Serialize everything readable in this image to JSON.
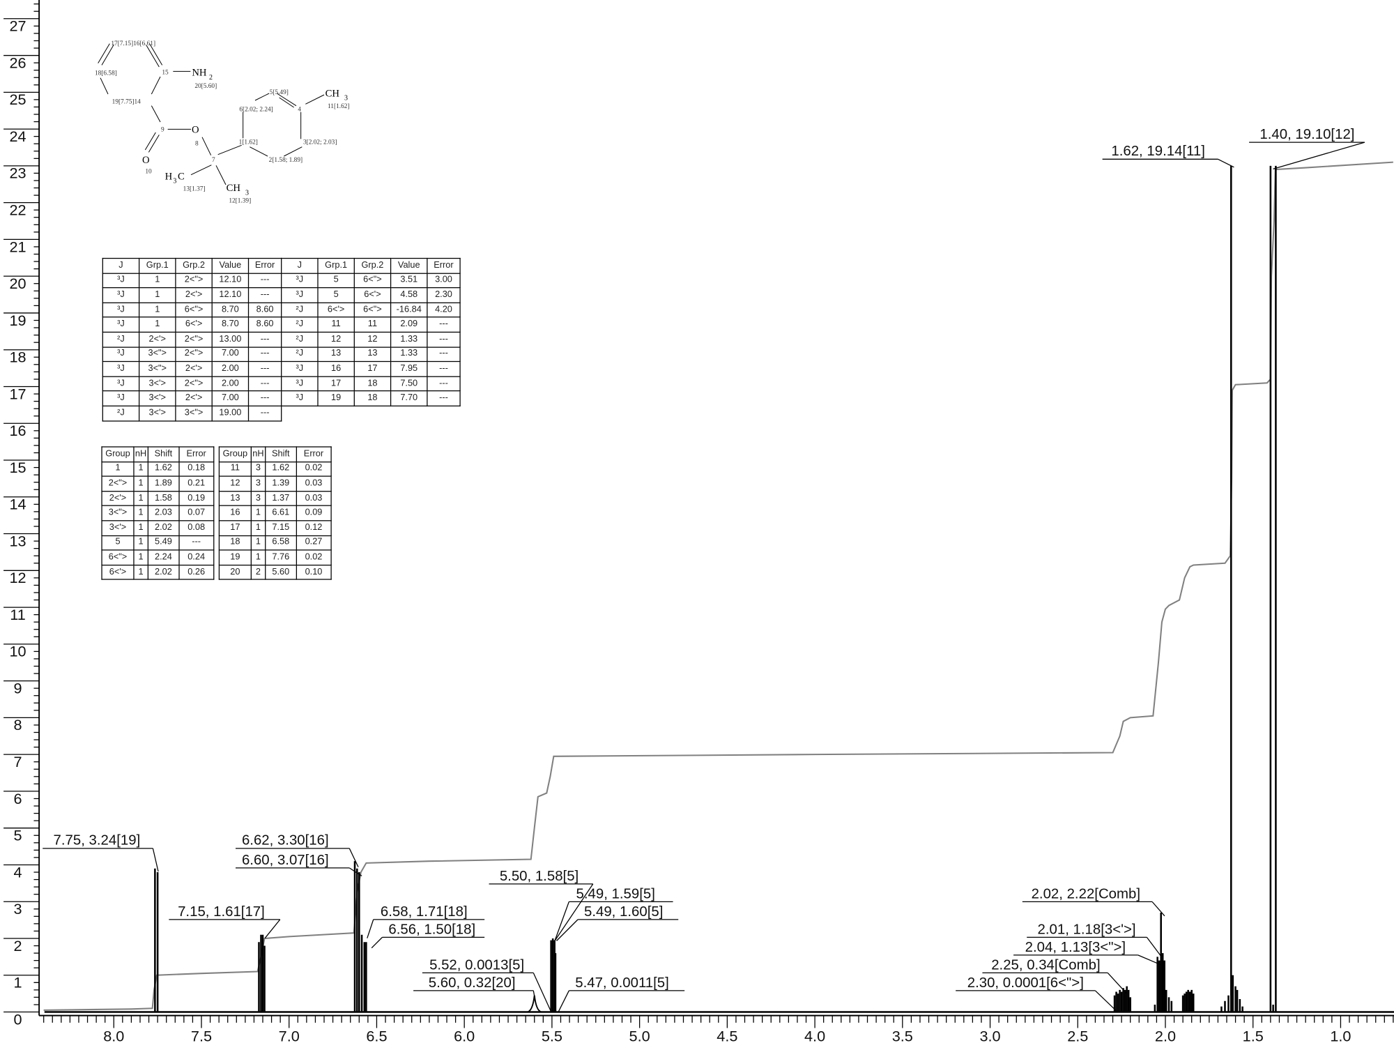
{
  "chart_data": {
    "type": "line",
    "title": "",
    "xlabel": "",
    "ylabel": "",
    "xlim": [
      8.43,
      0.7
    ],
    "ylim": [
      0,
      27.5
    ],
    "grid": false,
    "x_ticks": [
      "8.0",
      "7.5",
      "7.0",
      "6.5",
      "6.0",
      "5.5",
      "5.0",
      "4.5",
      "4.0",
      "3.5",
      "3.0",
      "2.5",
      "2.0",
      "1.5",
      "1.0"
    ],
    "x_tick_values": [
      8.0,
      7.5,
      7.0,
      6.5,
      6.0,
      5.5,
      5.0,
      4.5,
      4.0,
      3.5,
      3.0,
      2.5,
      2.0,
      1.5,
      1.0
    ],
    "y_ticks": [
      "0",
      "1",
      "2",
      "3",
      "4",
      "5",
      "6",
      "7",
      "8",
      "9",
      "10",
      "11",
      "12",
      "13",
      "14",
      "15",
      "16",
      "17",
      "18",
      "19",
      "20",
      "21",
      "22",
      "23",
      "24",
      "25",
      "26",
      "27"
    ],
    "spectrum_peaks": [
      [
        7.765,
        3.9
      ],
      [
        7.75,
        3.8
      ],
      [
        7.172,
        1.9
      ],
      [
        7.16,
        2.1
      ],
      [
        7.15,
        2.1
      ],
      [
        7.14,
        1.8
      ],
      [
        6.625,
        4.1
      ],
      [
        6.612,
        3.9
      ],
      [
        6.6,
        3.8
      ],
      [
        6.585,
        2.1
      ],
      [
        6.57,
        1.9
      ],
      [
        6.56,
        1.9
      ],
      [
        5.6,
        0.45
      ],
      [
        5.505,
        1.95
      ],
      [
        5.495,
        2.0
      ],
      [
        5.485,
        1.95
      ],
      [
        5.48,
        1.6
      ],
      [
        2.29,
        0.45
      ],
      [
        2.28,
        0.55
      ],
      [
        2.27,
        0.5
      ],
      [
        2.26,
        0.6
      ],
      [
        2.25,
        0.55
      ],
      [
        2.24,
        0.65
      ],
      [
        2.23,
        0.6
      ],
      [
        2.22,
        0.7
      ],
      [
        2.21,
        0.6
      ],
      [
        2.2,
        0.4
      ],
      [
        2.06,
        0.2
      ],
      [
        2.045,
        1.5
      ],
      [
        2.035,
        1.4
      ],
      [
        2.025,
        2.7
      ],
      [
        2.015,
        1.6
      ],
      [
        2.005,
        1.4
      ],
      [
        1.995,
        0.6
      ],
      [
        1.98,
        0.4
      ],
      [
        1.965,
        0.3
      ],
      [
        1.9,
        0.45
      ],
      [
        1.89,
        0.5
      ],
      [
        1.88,
        0.55
      ],
      [
        1.87,
        0.6
      ],
      [
        1.86,
        0.55
      ],
      [
        1.85,
        0.6
      ],
      [
        1.84,
        0.5
      ],
      [
        1.68,
        0.15
      ],
      [
        1.66,
        0.3
      ],
      [
        1.64,
        0.45
      ],
      [
        1.625,
        23.0
      ],
      [
        1.615,
        1.0
      ],
      [
        1.6,
        0.7
      ],
      [
        1.59,
        0.6
      ],
      [
        1.575,
        0.35
      ],
      [
        1.56,
        0.15
      ],
      [
        1.4,
        23.0
      ],
      [
        1.385,
        0.2
      ],
      [
        1.37,
        23.0
      ]
    ],
    "integral_curve": [
      [
        8.4,
        0.05
      ],
      [
        7.9,
        0.08
      ],
      [
        7.78,
        0.1
      ],
      [
        7.77,
        0.6
      ],
      [
        7.755,
        1.0
      ],
      [
        7.5,
        1.05
      ],
      [
        7.18,
        1.1
      ],
      [
        7.16,
        1.5
      ],
      [
        7.14,
        2.0
      ],
      [
        7.0,
        2.05
      ],
      [
        6.63,
        2.15
      ],
      [
        6.61,
        3.3
      ],
      [
        6.59,
        3.8
      ],
      [
        6.56,
        4.05
      ],
      [
        6.2,
        4.1
      ],
      [
        5.62,
        4.15
      ],
      [
        5.6,
        5.0
      ],
      [
        5.58,
        5.85
      ],
      [
        5.53,
        5.95
      ],
      [
        5.51,
        6.4
      ],
      [
        5.49,
        6.95
      ],
      [
        4.0,
        7.0
      ],
      [
        2.3,
        7.05
      ],
      [
        2.26,
        7.5
      ],
      [
        2.24,
        7.9
      ],
      [
        2.2,
        8.0
      ],
      [
        2.07,
        8.05
      ],
      [
        2.04,
        9.5
      ],
      [
        2.02,
        10.6
      ],
      [
        2.0,
        10.95
      ],
      [
        1.98,
        11.05
      ],
      [
        1.92,
        11.2
      ],
      [
        1.89,
        11.8
      ],
      [
        1.86,
        12.1
      ],
      [
        1.84,
        12.15
      ],
      [
        1.66,
        12.2
      ],
      [
        1.63,
        12.4
      ],
      [
        1.622,
        14.5
      ],
      [
        1.618,
        16.9
      ],
      [
        1.6,
        17.05
      ],
      [
        1.42,
        17.1
      ],
      [
        1.4,
        17.2
      ],
      [
        1.395,
        20.0
      ],
      [
        1.38,
        21.5
      ],
      [
        1.372,
        22.9
      ],
      [
        1.2,
        22.95
      ],
      [
        0.7,
        23.1
      ]
    ],
    "annotations": [
      "7.75, 3.24[19]",
      "7.15, 1.61[17]",
      "6.62, 3.30[16]",
      "6.60, 3.07[16]",
      "6.58, 1.71[18]",
      "6.56, 1.50[18]",
      "5.50, 1.58[5]",
      "5.49, 1.59[5]",
      "5.49, 1.60[5]",
      "5.52, 0.0013[5]",
      "5.60, 0.32[20]",
      "5.47, 0.0011[5]",
      "2.02, 2.22[Comb]",
      "2.01, 1.18[3<'>]",
      "2.04, 1.13[3<\">]",
      "2.25, 0.34[Comb]",
      "2.30, 0.0001[6<\">]",
      "1.62, 19.14[11]",
      "1.40, 19.10[12]"
    ],
    "colors": {
      "spectrum": "#000000",
      "integral": "#808080"
    }
  },
  "structure": {
    "labels": {
      "a17_16": "17[7.15]16[6.61]",
      "a18": "18[6.58]",
      "a15": "15",
      "nh": "NH",
      "nh_sub": "2",
      "a20": "20[5.60]",
      "a19_14": "19[7.75]14",
      "a5": "5[5.49]",
      "a6": "6[2.02; 2.24]",
      "a4": "4",
      "ch3_11": "CH",
      "ch3_11_sub": "3",
      "a11": "11[1.62]",
      "a9": "9",
      "o8": "O",
      "a8": "8",
      "a1": "1[1.62]",
      "a3": "3[2.02; 2.03]",
      "o10": "O",
      "a10": "10",
      "a7": "7",
      "a2": "2[1.58; 1.89]",
      "h3c_h": "H",
      "h3c_sub": "3",
      "h3c_c": "C",
      "a13": "13[1.37]",
      "ch3_12": "CH",
      "ch3_12_sub": "3",
      "a12": "12[1.39]"
    }
  },
  "coupling_tables": [
    {
      "headers": [
        "J",
        "Grp.1",
        "Grp.2",
        "Value",
        "Error"
      ],
      "rows": [
        [
          "³J",
          "1",
          "2<\">",
          "12.10",
          "---"
        ],
        [
          "³J",
          "1",
          "2<'>",
          "12.10",
          "---"
        ],
        [
          "³J",
          "1",
          "6<\">",
          "8.70",
          "8.60"
        ],
        [
          "³J",
          "1",
          "6<'>",
          "8.70",
          "8.60"
        ],
        [
          "²J",
          "2<'>",
          "2<\">",
          "13.00",
          "---"
        ],
        [
          "³J",
          "3<\">",
          "2<\">",
          "7.00",
          "---"
        ],
        [
          "³J",
          "3<\">",
          "2<'>",
          "2.00",
          "---"
        ],
        [
          "³J",
          "3<'>",
          "2<\">",
          "2.00",
          "---"
        ],
        [
          "³J",
          "3<'>",
          "2<'>",
          "7.00",
          "---"
        ],
        [
          "²J",
          "3<'>",
          "3<\">",
          "19.00",
          "---"
        ]
      ]
    },
    {
      "headers": [
        "J",
        "Grp.1",
        "Grp.2",
        "Value",
        "Error"
      ],
      "rows": [
        [
          "³J",
          "5",
          "6<\">",
          "3.51",
          "3.00"
        ],
        [
          "³J",
          "5",
          "6<'>",
          "4.58",
          "2.30"
        ],
        [
          "²J",
          "6<'>",
          "6<\">",
          "-16.84",
          "4.20"
        ],
        [
          "²J",
          "11",
          "11",
          "2.09",
          "---"
        ],
        [
          "²J",
          "12",
          "12",
          "1.33",
          "---"
        ],
        [
          "²J",
          "13",
          "13",
          "1.33",
          "---"
        ],
        [
          "³J",
          "16",
          "17",
          "7.95",
          "---"
        ],
        [
          "³J",
          "17",
          "18",
          "7.50",
          "---"
        ],
        [
          "³J",
          "19",
          "18",
          "7.70",
          "---"
        ]
      ]
    }
  ],
  "shift_tables": [
    {
      "headers": [
        "Group",
        "nH",
        "Shift",
        "Error"
      ],
      "rows": [
        [
          "1",
          "1",
          "1.62",
          "0.18"
        ],
        [
          "2<\">",
          "1",
          "1.89",
          "0.21"
        ],
        [
          "2<'>",
          "1",
          "1.58",
          "0.19"
        ],
        [
          "3<\">",
          "1",
          "2.03",
          "0.07"
        ],
        [
          "3<'>",
          "1",
          "2.02",
          "0.08"
        ],
        [
          "5",
          "1",
          "5.49",
          "---"
        ],
        [
          "6<\">",
          "1",
          "2.24",
          "0.24"
        ],
        [
          "6<'>",
          "1",
          "2.02",
          "0.26"
        ]
      ]
    },
    {
      "headers": [
        "Group",
        "nH",
        "Shift",
        "Error"
      ],
      "rows": [
        [
          "11",
          "3",
          "1.62",
          "0.02"
        ],
        [
          "12",
          "3",
          "1.39",
          "0.03"
        ],
        [
          "13",
          "3",
          "1.37",
          "0.03"
        ],
        [
          "16",
          "1",
          "6.61",
          "0.09"
        ],
        [
          "17",
          "1",
          "7.15",
          "0.12"
        ],
        [
          "18",
          "1",
          "6.58",
          "0.27"
        ],
        [
          "19",
          "1",
          "7.76",
          "0.02"
        ],
        [
          "20",
          "2",
          "5.60",
          "0.10"
        ]
      ]
    }
  ]
}
